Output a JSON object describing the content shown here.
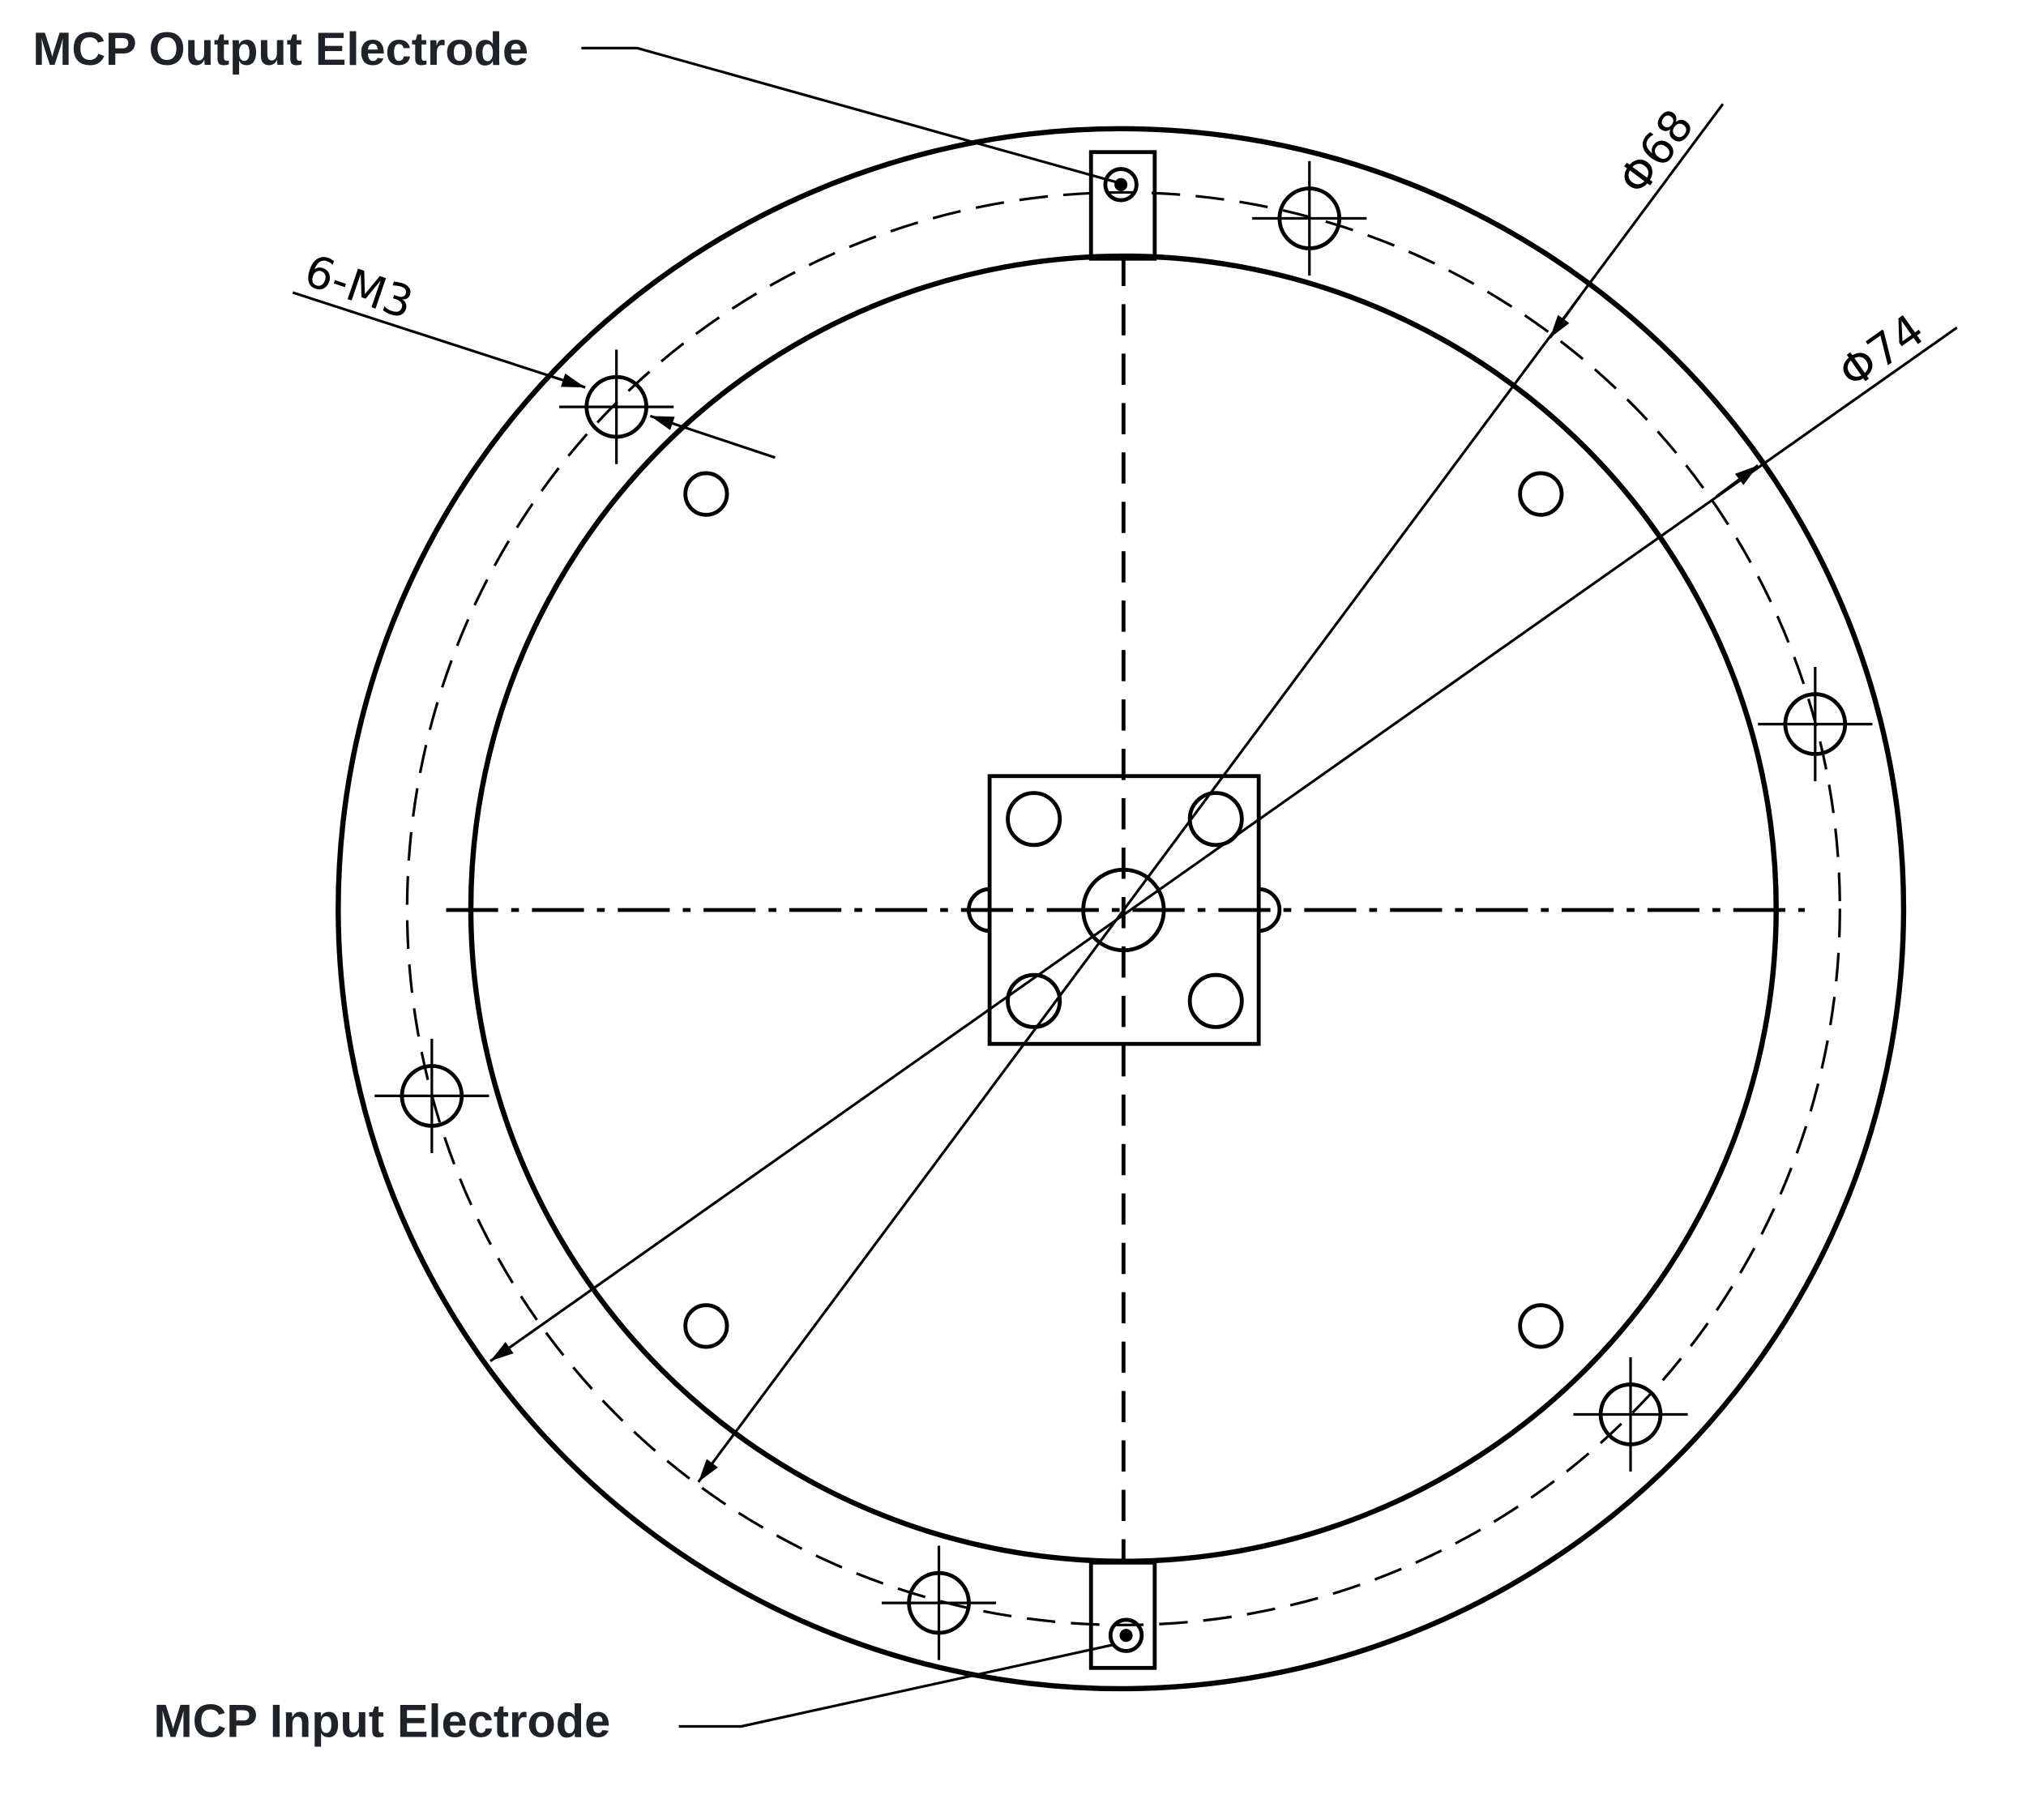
{
  "labels": {
    "output_electrode": "MCP Output Electrode",
    "input_electrode": "MCP Input Electrode"
  },
  "dimensions": {
    "mounting_holes": "6-M3",
    "diameter_inner": "Φ68",
    "diameter_outer": "Φ74"
  }
}
